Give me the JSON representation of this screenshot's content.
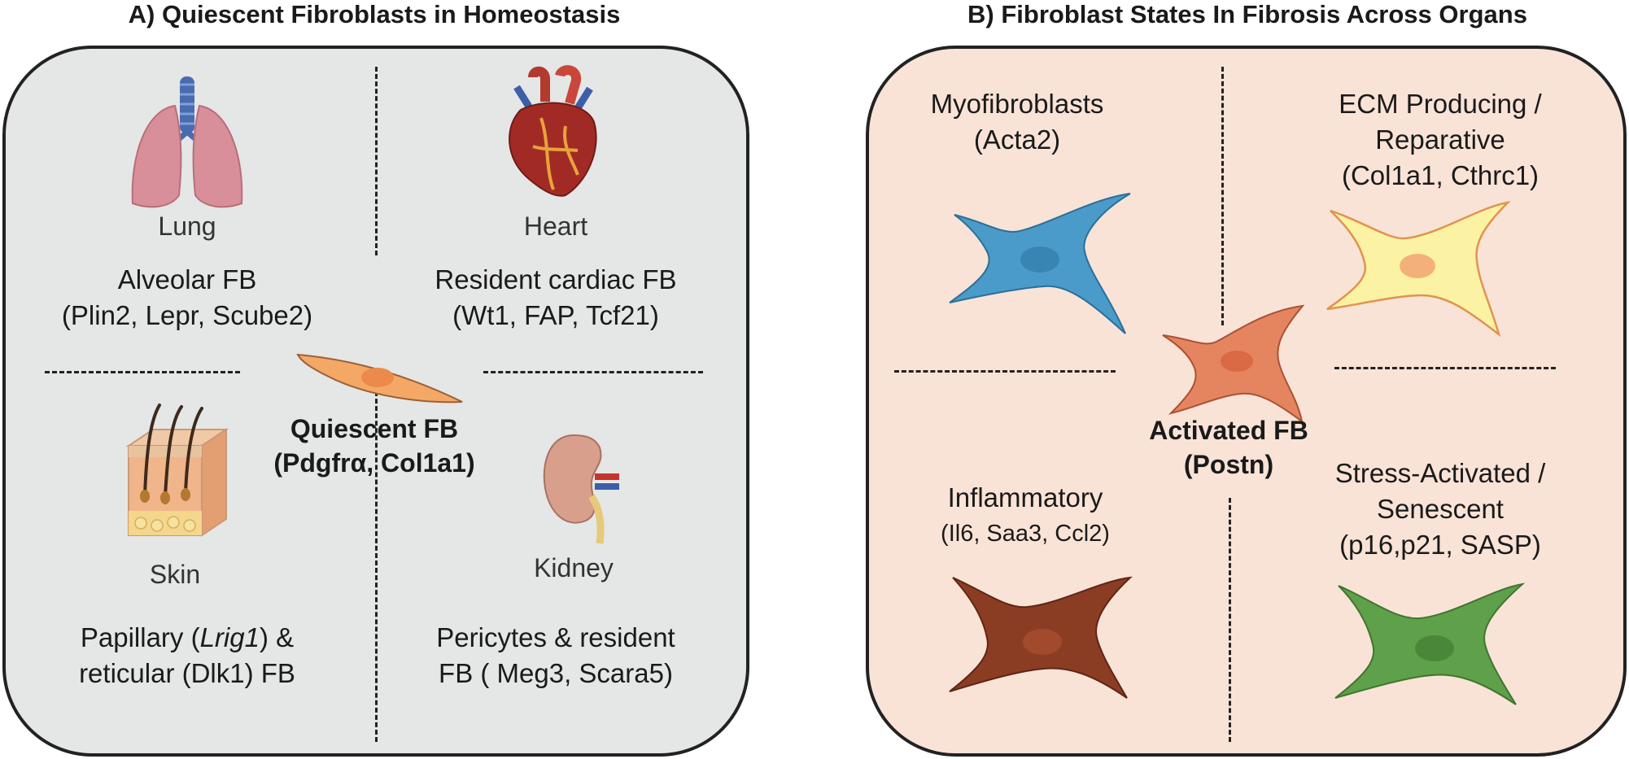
{
  "panel_a": {
    "title": "A) Quiescent Fibroblasts in Homeostasis",
    "organs": {
      "lung": {
        "organ": "Lung",
        "line1": "Alveolar FB",
        "line2": "(Plin2, Lepr, Scube2)"
      },
      "heart": {
        "organ": "Heart",
        "line1": "Resident cardiac FB",
        "line2": "(Wt1, FAP, Tcf21)"
      },
      "skin": {
        "organ": "Skin",
        "line1_pre": "Papillary (",
        "line1_italic": "Lrig1",
        "line1_post": ") &",
        "line2": "reticular (Dlk1) FB"
      },
      "kidney": {
        "organ": "Kidney",
        "line1": "Pericytes & resident",
        "line2": "FB ( Meg3, Scara5)"
      }
    },
    "center": {
      "line1": "Quiescent  FB",
      "line2": "(Pdgfrα, Col1a1)"
    },
    "colors": {
      "background": "#e5e6e6",
      "quiescent_cell": "#f4a866"
    }
  },
  "panel_b": {
    "title": "B) Fibroblast States In Fibrosis Across Organs",
    "states": {
      "myofibroblasts": {
        "lines": [
          "Myofibroblasts",
          "(Acta2)"
        ],
        "color": "#4a9bc9"
      },
      "ecm": {
        "lines": [
          "ECM Producing /",
          "Reparative",
          "(Col1a1, Cthrc1)"
        ],
        "color": "#fbf3a3"
      },
      "inflammatory": {
        "lines": [
          "Inflammatory",
          "(Il6, Saa3, Ccl2)"
        ],
        "color": "#8b3d24"
      },
      "senescent": {
        "lines": [
          "Stress-Activated /",
          "Senescent",
          "(p16,p21, SASP)"
        ],
        "color": "#5fa04a"
      }
    },
    "center": {
      "line1": "Activated  FB",
      "line2": "(Postn)"
    },
    "colors": {
      "background": "#f9e3d7",
      "activated_cell": "#e5855f"
    }
  }
}
